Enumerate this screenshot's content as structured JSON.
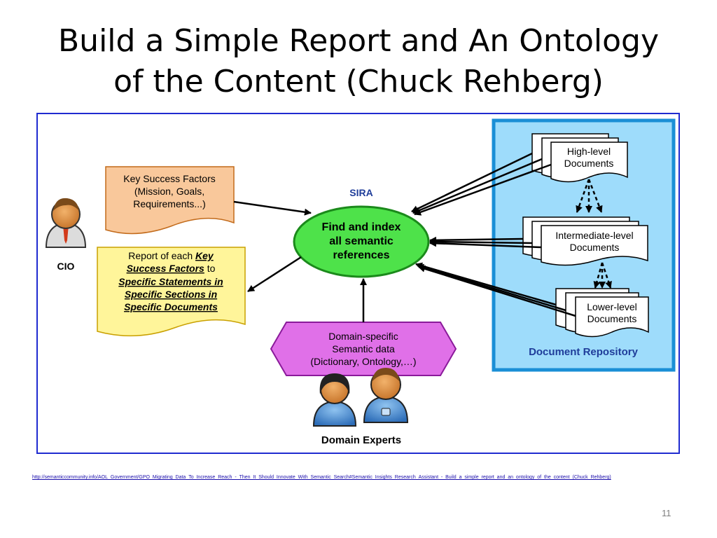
{
  "slide": {
    "title_line1": "Build a Simple Report and An Ontology",
    "title_line2": "of the Content (Chuck Rehberg)",
    "link": "http://semanticcommunity.info/AOL_Government/GPO_Migrating_Data_To_Increase_Reach_-_Then_It_Should_Innovate_With_Semantic_Search#Semantic_Insights_Research_Assistant_-_Build_a_simple_report_and_an_ontology_of_the_content_(Chuck_Rehberg)",
    "page_number": "11"
  },
  "diagram": {
    "ksf": {
      "line1": "Key Success Factors",
      "line2": "(Mission, Goals,",
      "line3": "Requirements...)"
    },
    "report": {
      "l1_plain": "Report of each ",
      "l1_em": "Key",
      "l2_em": "Success Factors",
      "l2_plain": " to",
      "l3": "Specific Statements in",
      "l4": "Specific Sections in",
      "l5": "Specific Documents"
    },
    "cio_label": "CIO",
    "sira_label": "SIRA",
    "sira": {
      "line1": "Find and index",
      "line2": "all semantic",
      "line3": "references"
    },
    "domain_data": {
      "line1": "Domain-specific",
      "line2": "Semantic data",
      "line3": "(Dictionary, Ontology,…)"
    },
    "domain_experts_label": "Domain Experts",
    "repository": {
      "label": "Document Repository",
      "high": {
        "line1": "High-level",
        "line2": "Documents"
      },
      "intermediate": {
        "line1": "Intermediate-level",
        "line2": "Documents"
      },
      "lower": {
        "line1": "Lower-level",
        "line2": "Documents"
      }
    },
    "colors": {
      "frame": "#1f2bd0",
      "ksf_fill": "#f9c89b",
      "report_fill": "#fff59a",
      "sira_fill": "#4ee24a",
      "sira_stroke": "#1b8a1b",
      "sira_label": "#1f3d9a",
      "domain_fill": "#e070e8",
      "repository_fill": "#9edcfb",
      "repository_stroke": "#1a8fd6",
      "repository_label": "#1f3d9a"
    }
  }
}
